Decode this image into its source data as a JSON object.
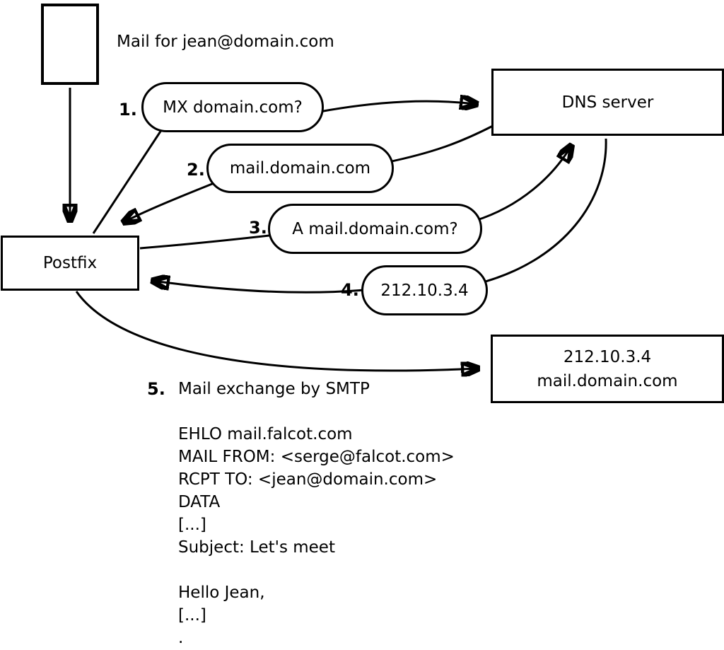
{
  "diagram": {
    "mail_label": "Mail for jean@domain.com",
    "postfix_box": "Postfix",
    "dns_box": "DNS server",
    "server_box_line1": "212.10.3.4",
    "server_box_line2": "mail.domain.com",
    "steps": [
      {
        "num": "1.",
        "label": "MX domain.com?"
      },
      {
        "num": "2.",
        "label": "mail.domain.com"
      },
      {
        "num": "3.",
        "label": "A mail.domain.com?"
      },
      {
        "num": "4.",
        "label": "212.10.3.4"
      },
      {
        "num": "5.",
        "label": "Mail exchange by SMTP"
      }
    ],
    "smtp_session": [
      "EHLO mail.falcot.com",
      "MAIL FROM: <serge@falcot.com>",
      "RCPT TO: <jean@domain.com>",
      "DATA",
      "[...]",
      "Subject: Let's meet",
      "",
      "Hello Jean,",
      "[...]",
      "."
    ],
    "colors": {
      "stroke": "#000000",
      "background": "#ffffff"
    }
  }
}
